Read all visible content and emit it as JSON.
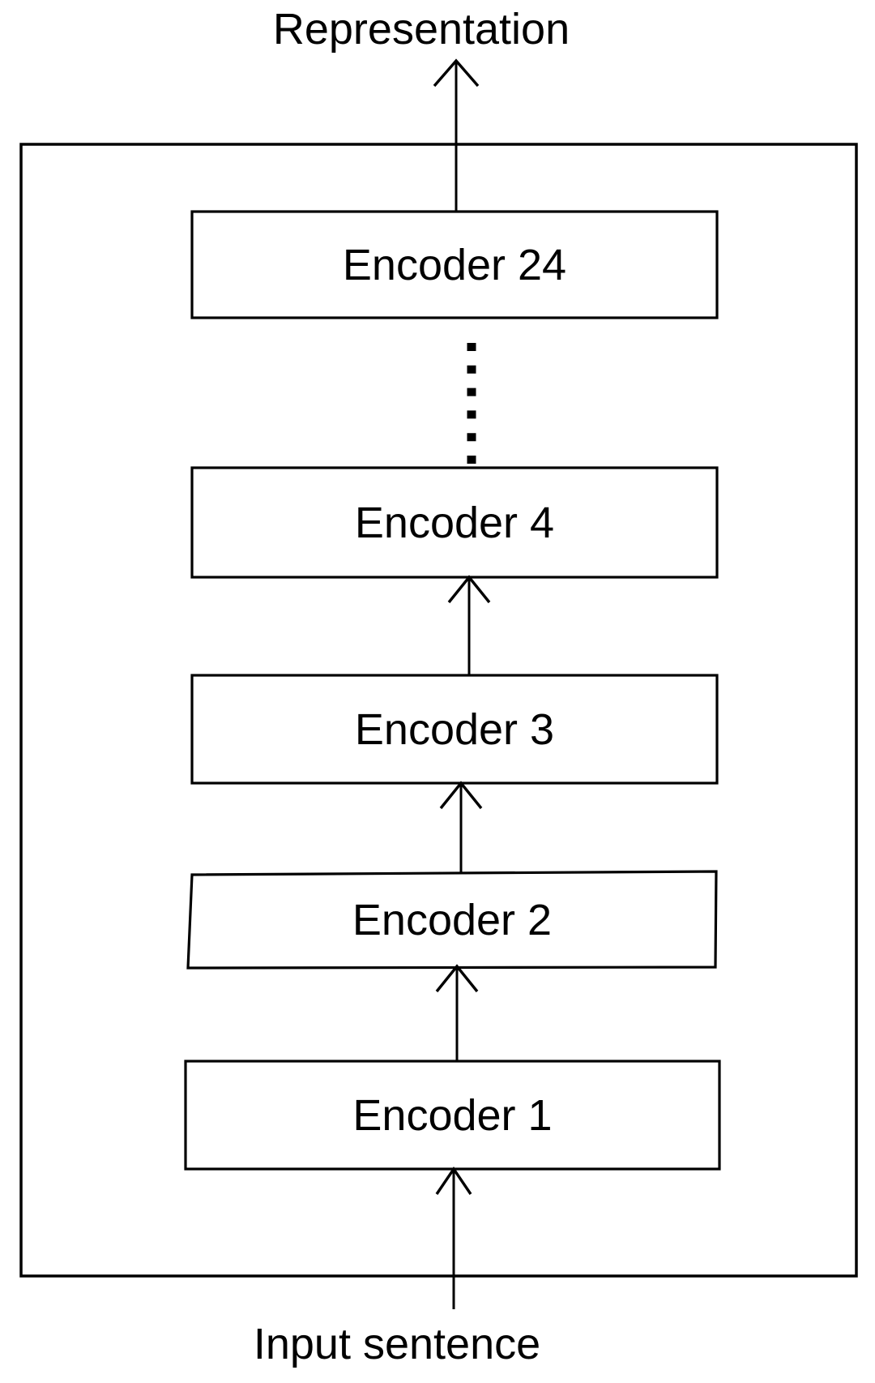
{
  "diagram": {
    "type": "stacked-encoder-architecture",
    "output_label": "Representation",
    "input_label": "Input sentence",
    "encoders": [
      {
        "label": "Encoder 24"
      },
      {
        "label": "Encoder 4"
      },
      {
        "label": "Encoder 3"
      },
      {
        "label": "Encoder 2"
      },
      {
        "label": "Encoder 1"
      }
    ],
    "ellipsis_icon": "vertical-dots",
    "colors": {
      "stroke": "#000000",
      "text": "#000000",
      "background": "#ffffff"
    }
  }
}
